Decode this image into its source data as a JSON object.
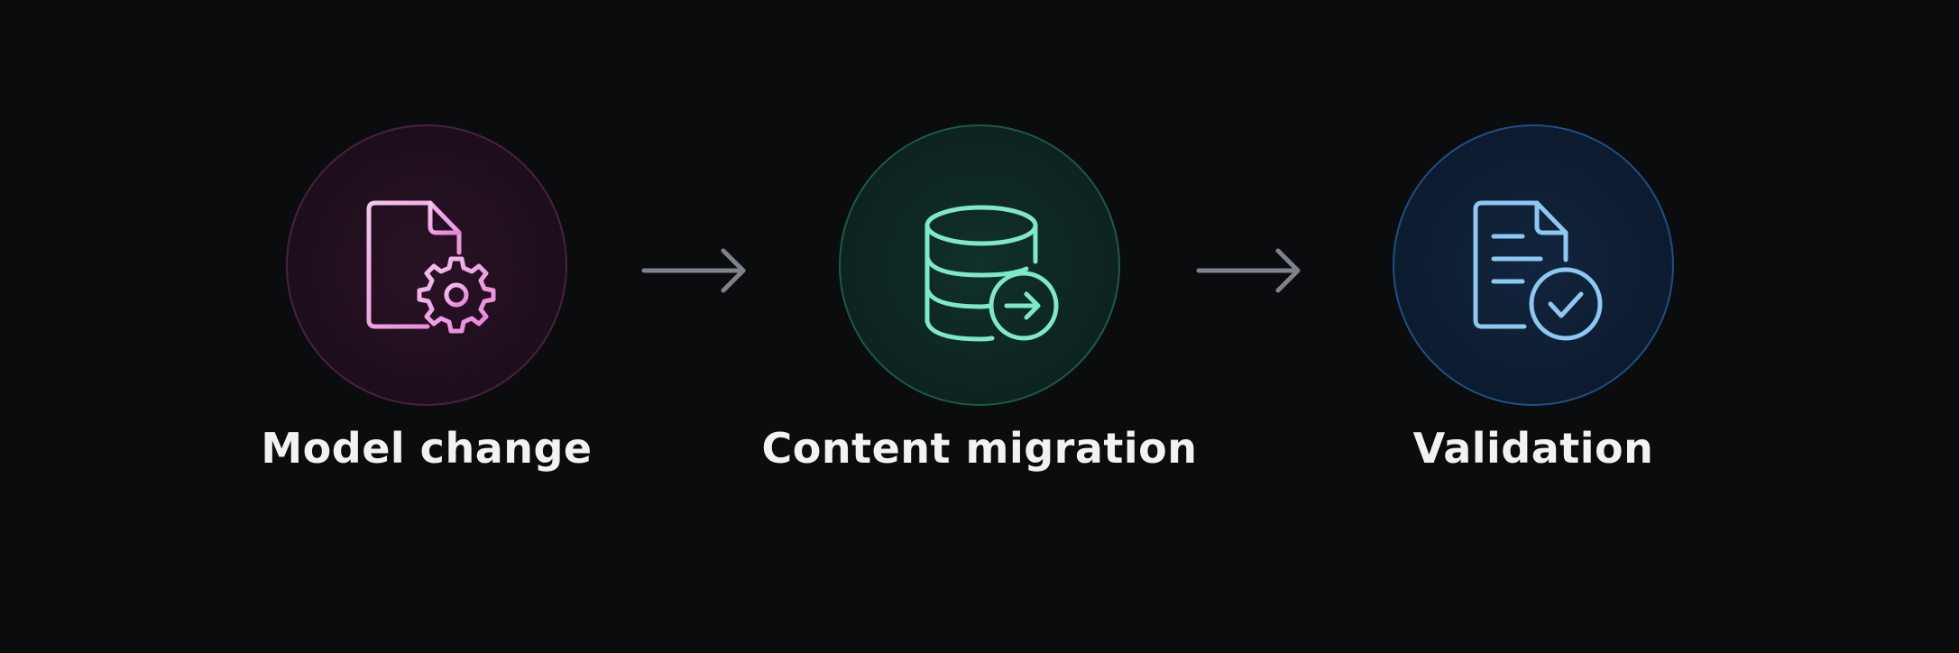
{
  "steps": [
    {
      "label": "Model change",
      "icon": "document-gear-icon",
      "accent": "#f0a0e6"
    },
    {
      "label": "Content migration",
      "icon": "database-arrow-icon",
      "accent": "#7ee8c8"
    },
    {
      "label": "Validation",
      "icon": "document-check-icon",
      "accent": "#8cc8f2"
    }
  ],
  "connector": {
    "icon": "arrow-right-icon",
    "color": "#7e828c"
  },
  "background": "#0b0c0e"
}
